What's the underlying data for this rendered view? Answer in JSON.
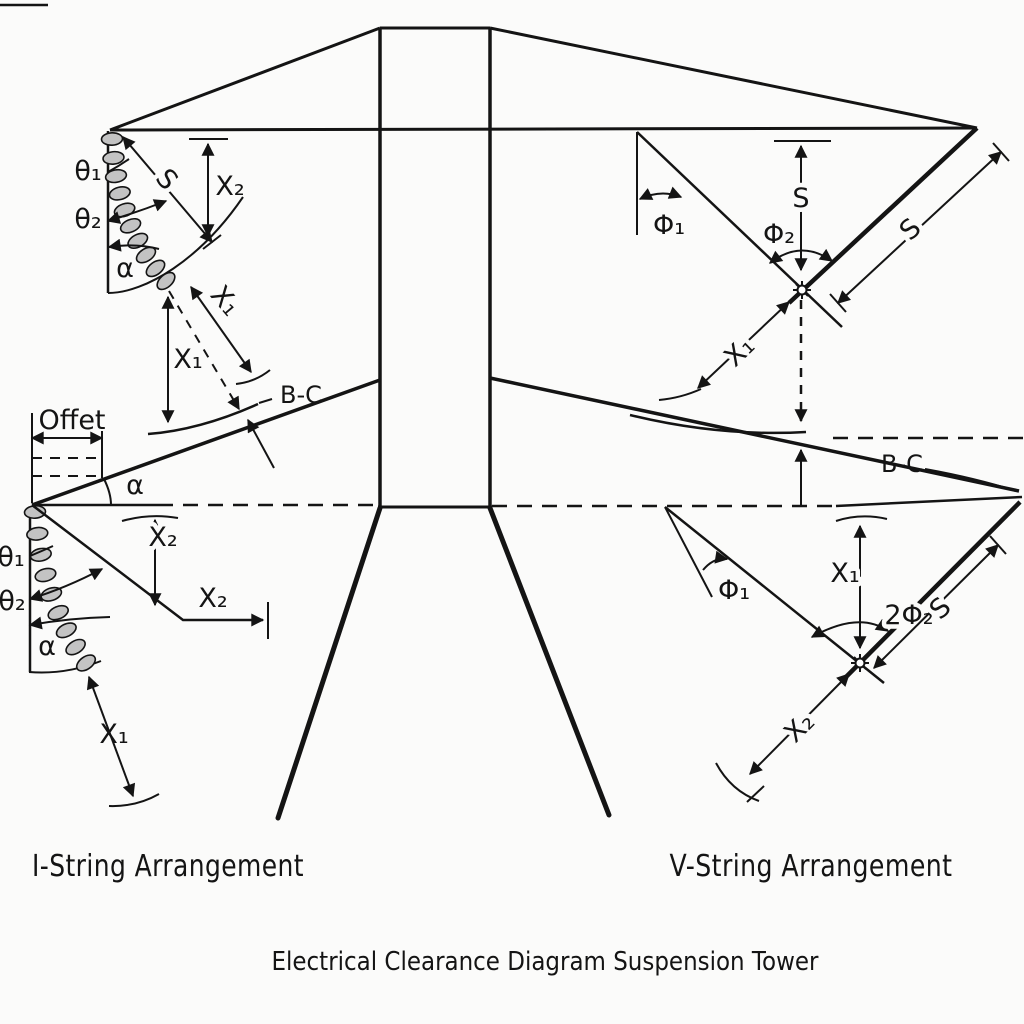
{
  "diagram": {
    "caption_left": "I-String Arrangement",
    "caption_right": "V-String Arrangement",
    "title": "Electrical Clearance Diagram Suspension Tower"
  },
  "labels": {
    "theta1": "θ₁",
    "theta2": "θ₂",
    "alpha": "α",
    "s": "S",
    "x1": "X₁",
    "x2": "X₂",
    "phi1": "Φ₁",
    "phi2": "Φ₂",
    "two_phi2": "2Φ₂",
    "bc": "B-C",
    "offset": "Offet"
  },
  "colors": {
    "line": "#141414",
    "background": "#fbfbfa",
    "insulator_fill": "#c3c3c3"
  }
}
